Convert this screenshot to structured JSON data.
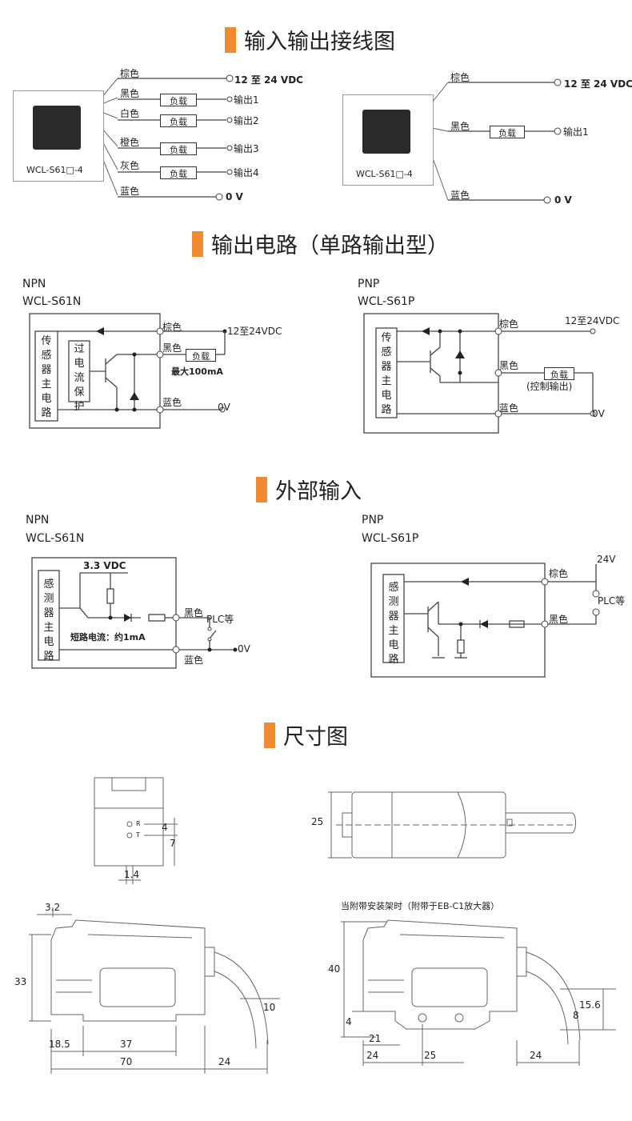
{
  "sections": {
    "wiring": "输入输出接线图",
    "output": "输出电路（单路输出型）",
    "external": "外部输入",
    "dimensions": "尺寸图"
  },
  "wiring_left": {
    "model": "WCL-S61□-4",
    "wires": [
      "棕色",
      "黑色",
      "白色",
      "橙色",
      "灰色",
      "蓝色"
    ],
    "load": "负载",
    "supply": "12 至 24 VDC",
    "out1": "输出1",
    "out2": "输出2",
    "out3": "输出3",
    "out4": "输出4",
    "zero": "0 V"
  },
  "wiring_right": {
    "model": "WCL-S61□-4",
    "brown": "棕色",
    "black": "黑色",
    "blue": "蓝色",
    "load": "负载",
    "supply": "12 至 24 VDC",
    "out1": "输出1",
    "zero": "0 V"
  },
  "output_npn": {
    "type": "NPN",
    "model": "WCL-S61N",
    "circuit": "传感器主电路",
    "protect": "过电流保护",
    "brown": "棕色",
    "black": "黑色",
    "blue": "蓝色",
    "supply": "12至24VDC",
    "load": "负载",
    "max": "最大100mA",
    "zero": "0V"
  },
  "output_pnp": {
    "type": "PNP",
    "model": "WCL-S61P",
    "circuit": "传感器主电路",
    "brown": "棕色",
    "black": "黑色",
    "blue": "蓝色",
    "supply": "12至24VDC",
    "load": "负载",
    "ctrl": "(控制输出)",
    "zero": "0V"
  },
  "input_npn": {
    "type": "NPN",
    "model": "WCL-S61N",
    "circuit": "感测器主电路",
    "vdc": "3.3 VDC",
    "short": "短路电流：约1mA",
    "black": "黑色",
    "blue": "蓝色",
    "plc": "PLC等",
    "zero": "0V"
  },
  "input_pnp": {
    "type": "PNP",
    "model": "WCL-S61P",
    "circuit": "感测器主电路",
    "brown": "棕色",
    "black": "黑色",
    "v24": "24V",
    "plc": "PLC等"
  },
  "dims": {
    "front": {
      "d4": "4",
      "d7": "7",
      "d14": "1.4",
      "r": "R",
      "t": "T"
    },
    "top": {
      "d25": "25"
    },
    "side_left": {
      "d32": "3.2",
      "d33": "33",
      "d10": "10",
      "d185": "18.5",
      "d37": "37",
      "d70": "70",
      "d24": "24"
    },
    "side_right": {
      "note": "当附带安装架时（附带于EB-C1放大器）",
      "d40": "40",
      "d4": "4",
      "d156": "15.6",
      "d8": "8",
      "d21": "21",
      "d24a": "24",
      "d25": "25",
      "d24b": "24"
    }
  }
}
